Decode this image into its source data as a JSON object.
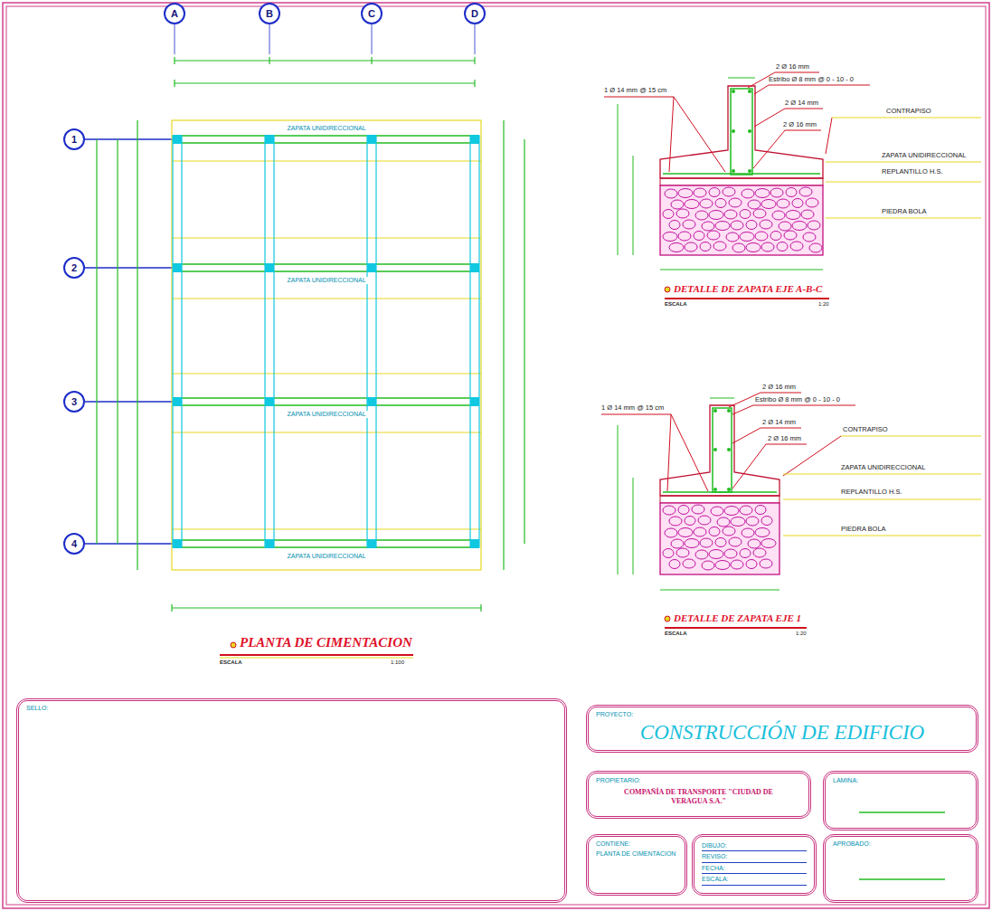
{
  "diagram": {
    "nodes": [
      {
        "text": [
          "A"
        ]
      },
      {
        "text": [
          "B"
        ]
      },
      {
        "text": [
          "C"
        ]
      },
      {
        "text": [
          "D"
        ]
      },
      {
        "text": [
          "1"
        ]
      },
      {
        "text": [
          "2"
        ]
      },
      {
        "text": [
          "3"
        ]
      },
      {
        "text": [
          "4"
        ]
      },
      {
        "text": [
          "SELLO:"
        ]
      },
      {
        "text": [
          "PROYECTO:",
          "CONSTRUCCIÓN DE EDIFICIO"
        ]
      },
      {
        "text": [
          "PROPIETARIO:",
          "COMPAÑÍA DE TRANSPORTE \"CIUDAD DE VERAGUA S.A.\""
        ]
      },
      {
        "text": [
          "LAMINA:"
        ]
      },
      {
        "text": [
          "CONTIENE:",
          "PLANTA DE CIMENTACION"
        ]
      },
      {
        "text": [
          "DIBUJO:",
          "REVISO:",
          "FECHA:",
          "ESCALA:"
        ]
      },
      {
        "text": [
          "APROBADO:"
        ]
      }
    ],
    "labels": [
      "ZAPATA UNIDIRECCIONAL",
      "ZAPATA UNIDIRECCIONAL",
      "ZAPATA UNIDIRECCIONAL",
      "ZAPATA UNIDIRECCIONAL",
      "PLANTA DE CIMENTACION",
      "ESCALA",
      "1:100",
      "2 Ø 16 mm",
      "Estribo Ø 8 mm @ 0 - 10 - 0",
      "2 Ø 14 mm",
      "2 Ø 16 mm",
      "1 Ø 14 mm @ 15 cm",
      "CONTRAPISO",
      "ZAPATA UNIDIRECCIONAL",
      "REPLANTILLO H.S.",
      "PIEDRA BOLA",
      "DETALLE DE ZAPATA EJE A-B-C",
      "ESCALA",
      "1:20",
      "2 Ø 16 mm",
      "Estribo Ø 8 mm @ 0 - 10 - 0",
      "2 Ø 14 mm",
      "2 Ø 16 mm",
      "1 Ø 14 mm @ 15 cm",
      "CONTRAPISO",
      "ZAPATA UNIDIRECCIONAL",
      "REPLANTILLO H.S.",
      "PIEDRA BOLA",
      "DETALLE DE ZAPATA EJE 1",
      "ESCALA",
      "1:20"
    ]
  }
}
